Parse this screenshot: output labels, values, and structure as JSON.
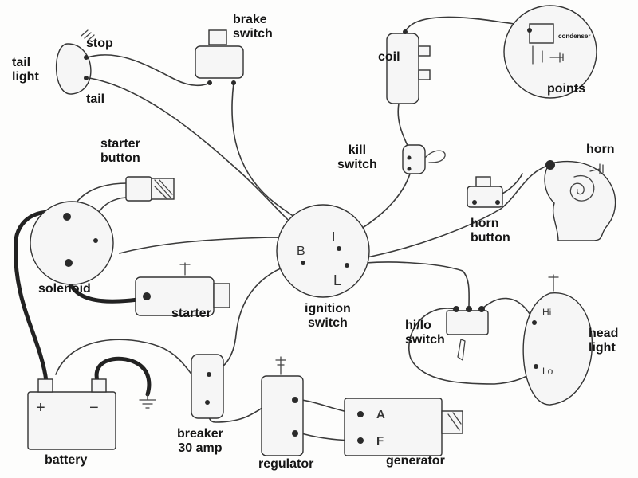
{
  "labels": {
    "tail_light": "tail\nlight",
    "stop": "stop",
    "tail": "tail",
    "brake_switch": "brake\nswitch",
    "coil": "coil",
    "condenser": "condenser",
    "points": "points",
    "starter_button": "starter\nbutton",
    "kill_switch": "kill\nswitch",
    "horn": "horn",
    "horn_button": "horn\nbutton",
    "solenoid": "solenoid",
    "starter": "starter",
    "ignition_switch": "ignition\nswitch",
    "hi_lo_switch": "hi/lo\nswitch",
    "head_light": "head\nlight",
    "battery": "battery",
    "breaker": "breaker\n30 amp",
    "regulator": "regulator",
    "generator": "generator"
  },
  "terminal_marks": {
    "ignition_b": "B",
    "ignition_i": "I",
    "ignition_l": "L",
    "generator_a": "A",
    "generator_f": "F",
    "headlight_hi": "Hi",
    "headlight_lo": "Lo",
    "battery_plus": "+",
    "battery_minus": "−"
  }
}
